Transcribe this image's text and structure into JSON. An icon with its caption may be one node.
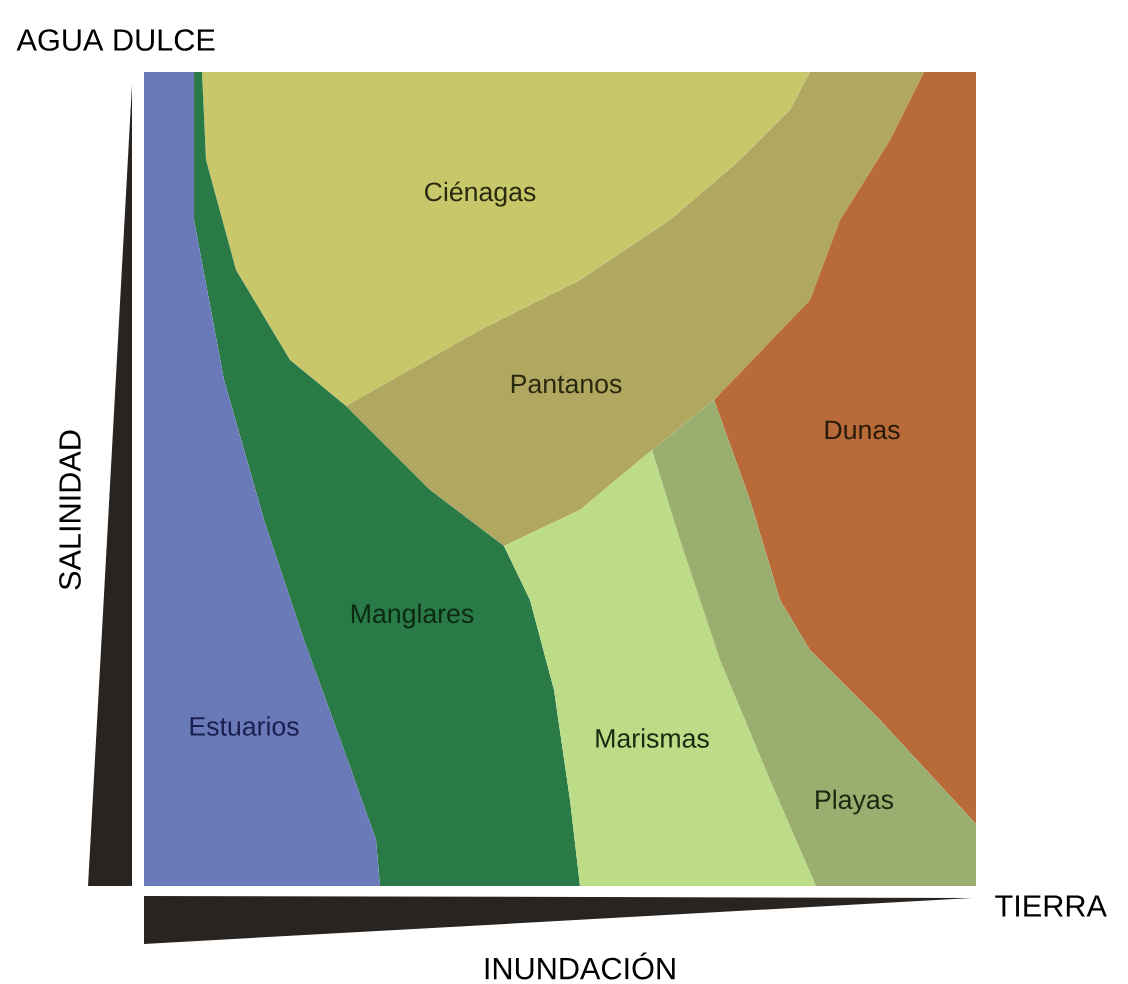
{
  "diagram": {
    "nodes": [
      {
        "text": [
          "Ciénagas"
        ]
      },
      {
        "text": [
          "Pantanos"
        ]
      },
      {
        "text": [
          "Dunas"
        ]
      },
      {
        "text": [
          "Manglares"
        ]
      },
      {
        "text": [
          "Estuarios"
        ]
      },
      {
        "text": [
          "Marismas"
        ]
      },
      {
        "text": [
          "Playas"
        ]
      }
    ],
    "labels": [
      "AGUA DULCE",
      "SALINIDAD",
      "TIERRA",
      "INUNDACIÓN"
    ]
  }
}
